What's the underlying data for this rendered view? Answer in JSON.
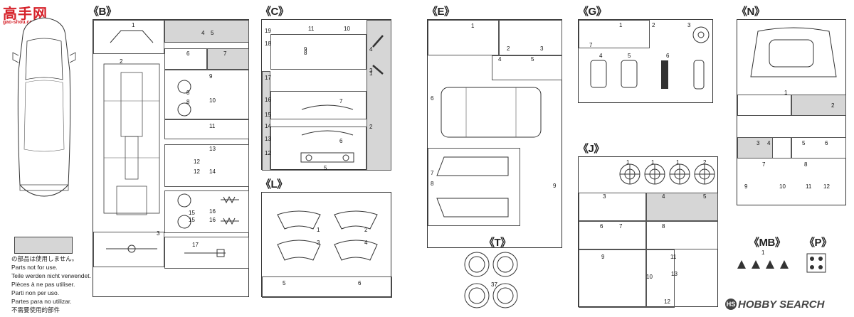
{
  "logo": {
    "text": "高手网",
    "url": "gao-shou.com"
  },
  "watermark": {
    "text": "HOBBY SEARCH"
  },
  "legend": {
    "lines": [
      "の部品は使用しません。",
      "Parts not for use.",
      "Teile werden nicht verwendet.",
      "Pièces à ne pas utiliser.",
      "Parti non per uso.",
      "Partes para no utilizar.",
      "不需要使用的部件"
    ]
  },
  "sections": {
    "B": {
      "label": "《B》",
      "parts": [
        "1",
        "2",
        "3",
        "4",
        "5",
        "6",
        "7",
        "8",
        "8",
        "9",
        "10",
        "11",
        "12",
        "12",
        "13",
        "14",
        "15",
        "15",
        "16",
        "16",
        "17"
      ]
    },
    "C": {
      "label": "《C》",
      "parts": [
        "1",
        "2",
        "3",
        "4",
        "5",
        "6",
        "7",
        "8",
        "9",
        "10",
        "11",
        "12",
        "13",
        "14",
        "15",
        "16",
        "17",
        "18",
        "19"
      ]
    },
    "L": {
      "label": "《L》",
      "parts": [
        "1",
        "2",
        "3",
        "4",
        "5",
        "6"
      ]
    },
    "E": {
      "label": "《E》",
      "parts": [
        "1",
        "2",
        "3",
        "4",
        "5",
        "6",
        "7",
        "8",
        "9"
      ]
    },
    "T": {
      "label": "《T》",
      "parts": [
        "37"
      ]
    },
    "G": {
      "label": "《G》",
      "parts": [
        "1",
        "2",
        "3",
        "4",
        "5",
        "6",
        "7"
      ]
    },
    "J": {
      "label": "《J》",
      "parts": [
        "1",
        "1",
        "1",
        "2",
        "3",
        "4",
        "5",
        "6",
        "7",
        "8",
        "9",
        "10",
        "11",
        "12",
        "13"
      ]
    },
    "N": {
      "label": "《N》",
      "parts": [
        "1",
        "2",
        "3",
        "4",
        "5",
        "6",
        "7",
        "8",
        "9",
        "10",
        "11",
        "12"
      ]
    },
    "MB": {
      "label": "《MB》",
      "parts": [
        "1"
      ]
    },
    "P": {
      "label": "《P》"
    }
  }
}
